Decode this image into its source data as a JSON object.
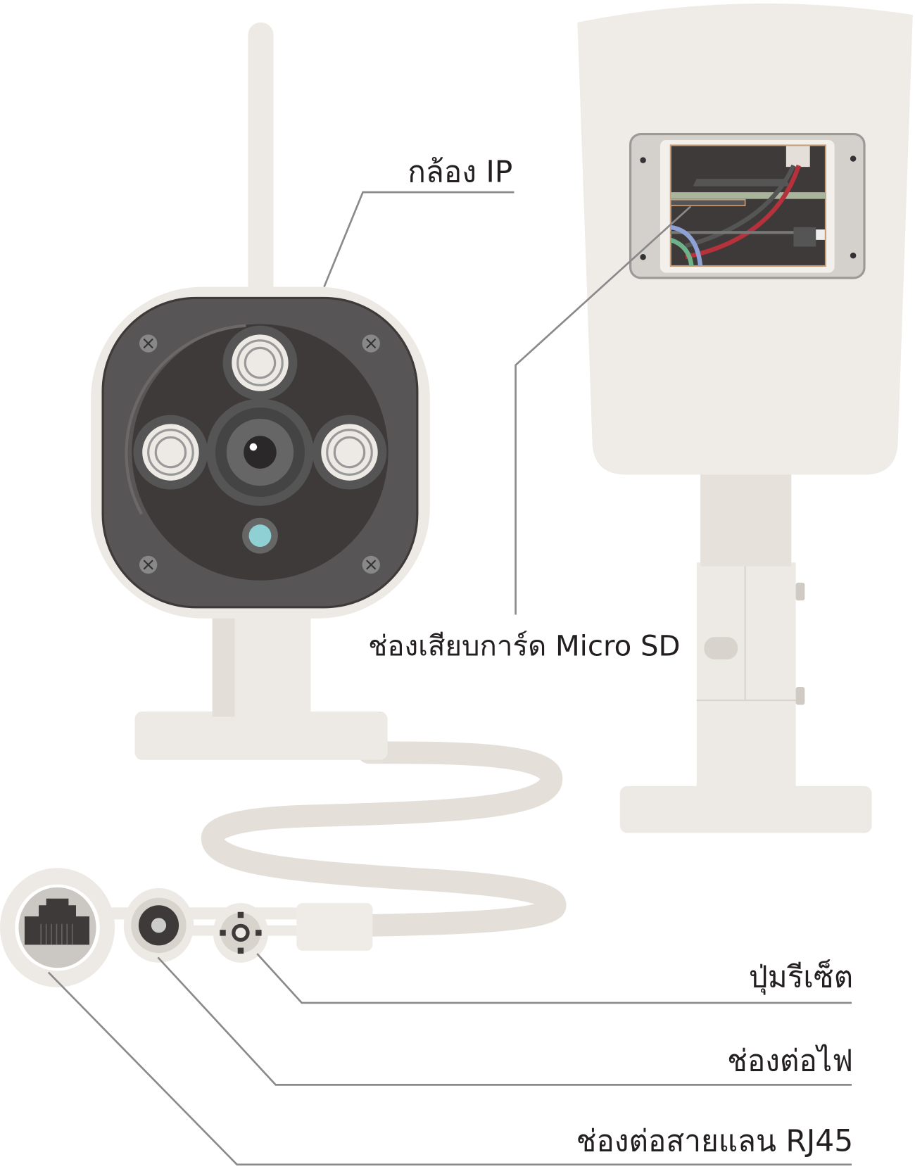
{
  "labels": {
    "ip_camera": "กล้อง IP",
    "micro_sd": "ช่องเสียบการ์ด Micro SD",
    "reset_button": "ปุ่มรีเซ็ต",
    "power_port": "ช่องต่อไฟ",
    "lan_port": "ช่องต่อสายแลน RJ45"
  },
  "colors": {
    "body": "#ede9e4",
    "face": "#575555",
    "dark": "#3d3a39",
    "cable": "#e4dfd9",
    "ir_sensor": "#8fd0d4",
    "wire_red": "#b5313b",
    "wire_blue": "#8fa2d6",
    "wire_green": "#6db38a",
    "pcb": "#a9b59b"
  }
}
